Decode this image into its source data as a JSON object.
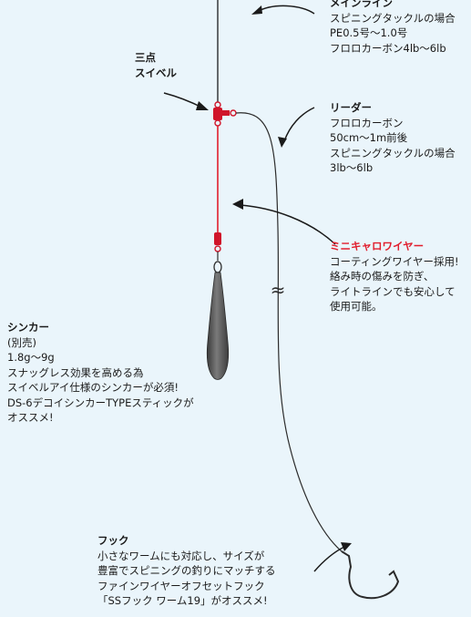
{
  "main_line": {
    "title": "メインライン",
    "lines": [
      "スピニングタックルの場合",
      "PE0.5号〜1.0号",
      "フロロカーボン4lb〜6lb"
    ]
  },
  "swivel": {
    "lines": [
      "三点",
      "スイベル"
    ]
  },
  "leader": {
    "title": "リーダー",
    "lines": [
      "フロロカーボン",
      "50cm〜1m前後",
      "スピニングタックルの場合",
      "3lb〜6lb"
    ]
  },
  "mini_wire": {
    "title": "ミニキャロワイヤー",
    "lines": [
      "コーティングワイヤー採用!",
      "絡み時の傷みを防ぎ、",
      "ライトラインでも安心して",
      "使用可能。"
    ]
  },
  "sinker": {
    "title": "シンカー",
    "title_suffix": "(別売)",
    "lines": [
      "1.8g〜9g",
      "スナッグレス効果を高める為",
      "スイベルアイ仕様のシンカーが必須!",
      "DS-6デコイシンカーTYPEスティックが",
      "オススメ!"
    ]
  },
  "hook": {
    "title": "フック",
    "lines": [
      "小さなワームにも対応し、サイズが",
      "豊富でスピニングの釣りにマッチする",
      "ファインワイヤーオフセットフック",
      "「SSフック ワーム19」がオススメ!"
    ]
  },
  "break_symbol": "≈",
  "colors": {
    "background": "#eaf5fb",
    "line": "#2b2b2b",
    "wire": "#e11e2d",
    "sinker": "#4a4a4a",
    "accent_text": "#e11e2d"
  }
}
